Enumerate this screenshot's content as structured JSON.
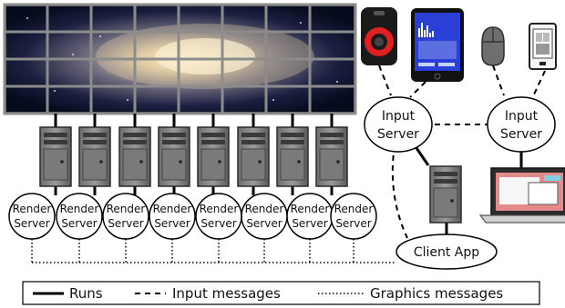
{
  "nodes": {
    "input_server_left": {
      "line1": "Input",
      "line2": "Server"
    },
    "input_server_right": {
      "line1": "Input",
      "line2": "Server"
    },
    "client_app": {
      "label": "Client App"
    },
    "render_servers": [
      {
        "line1": "Render",
        "line2": "Server"
      },
      {
        "line1": "Render",
        "line2": "Server"
      },
      {
        "line1": "Render",
        "line2": "Server"
      },
      {
        "line1": "Render",
        "line2": "Server"
      },
      {
        "line1": "Render",
        "line2": "Server"
      },
      {
        "line1": "Render",
        "line2": "Server"
      },
      {
        "line1": "Render",
        "line2": "Server"
      },
      {
        "line1": "Render",
        "line2": "Server"
      }
    ]
  },
  "legend": {
    "runs": "Runs",
    "input_messages": "Input messages",
    "graphics_messages": "Graphics messages"
  },
  "devices": [
    "display-wall",
    "tower-computer",
    "gamepad-device",
    "tablet-device",
    "mouse-device",
    "phone-device",
    "laptop-device"
  ],
  "colors": {
    "gamepad_red": "#e02020",
    "tablet_blue": "#2a3fd6",
    "laptop_screen_pink": "#e58a8a",
    "laptop_screen_cyan": "#7fd1e0",
    "galaxy_core": "#f5e6c8",
    "space_dark": "#0b1230"
  }
}
